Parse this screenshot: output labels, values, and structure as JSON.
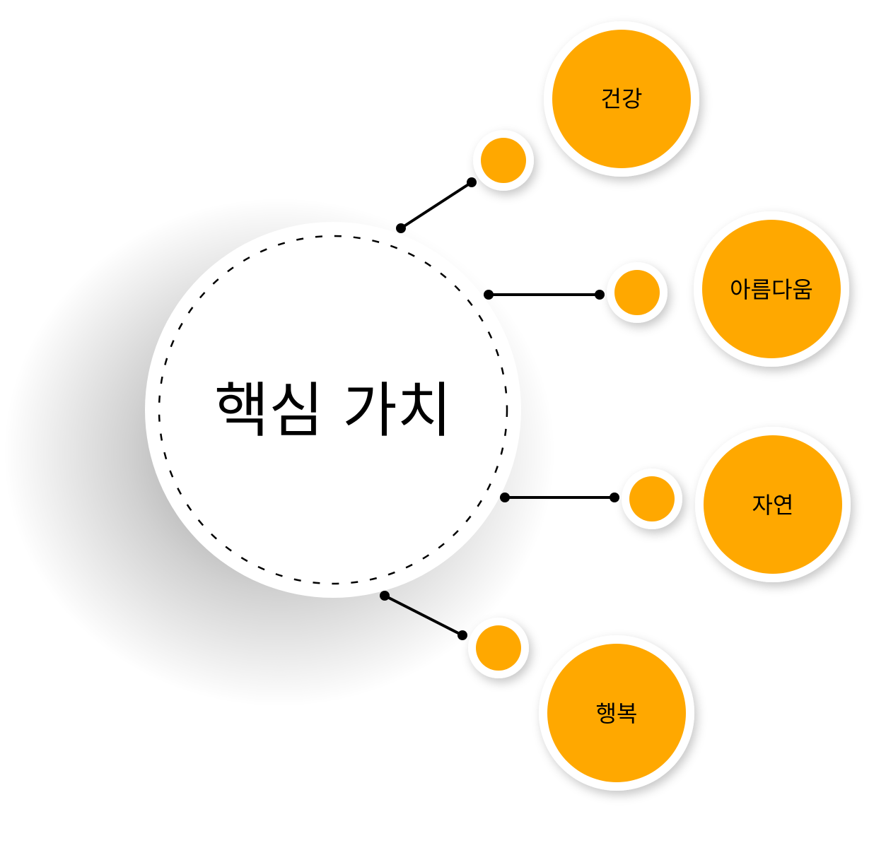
{
  "center": {
    "title": "핵심 가치"
  },
  "values": [
    {
      "label": "건강"
    },
    {
      "label": "아름다움"
    },
    {
      "label": "자연"
    },
    {
      "label": "행복"
    }
  ],
  "colors": {
    "accent": "#FFA800",
    "ring": "#FFFFFF",
    "line": "#000000",
    "text": "#000000"
  }
}
